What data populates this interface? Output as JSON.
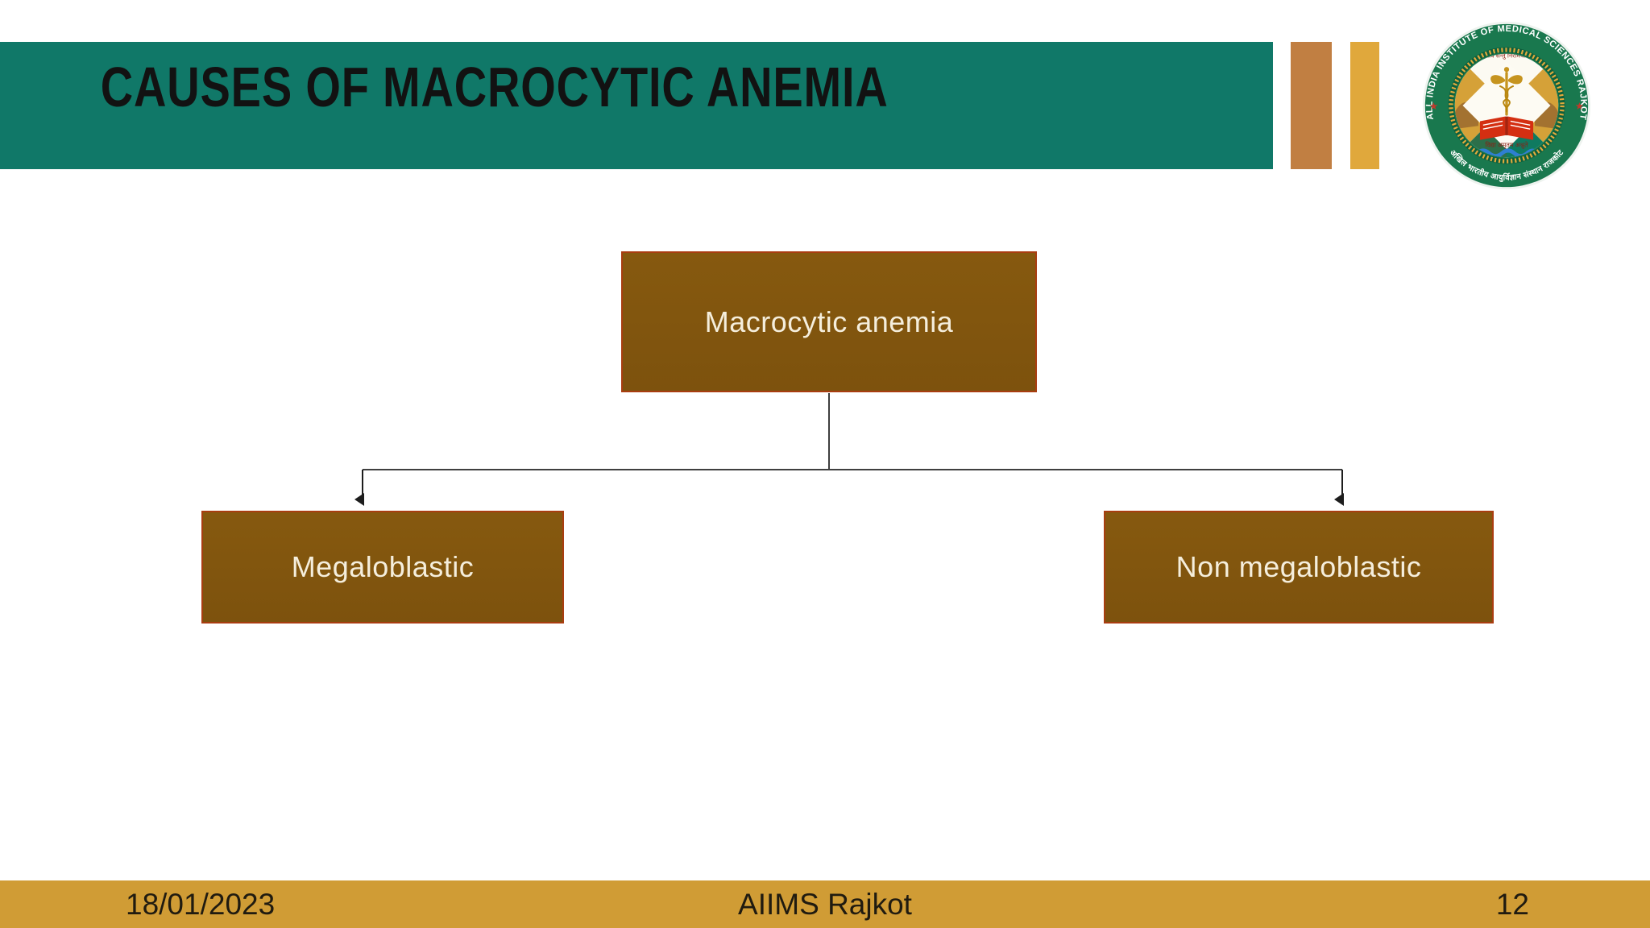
{
  "slide": {
    "title": "CAUSES OF MACROCYTIC ANEMIA",
    "footer": {
      "date": "18/01/2023",
      "institution": "AIIMS Rajkot",
      "page_number": "12"
    }
  },
  "diagram": {
    "type": "flowchart",
    "nodes": [
      {
        "id": "root",
        "label": "Macrocytic anemia"
      },
      {
        "id": "left",
        "label": "Megaloblastic"
      },
      {
        "id": "right",
        "label": "Non megaloblastic"
      }
    ],
    "edges": [
      [
        "Macrocytic anemia",
        "Megaloblastic"
      ],
      [
        "Macrocytic anemia",
        "Non megaloblastic"
      ]
    ]
  },
  "logo": {
    "ring_text_top": "ALL INDIA INSTITUTE OF MEDICAL SCIENCES RAJKOT",
    "ring_text_bottom": "अखिल भारतीय आयुर्विज्ञान संस्थान राजकोट",
    "motto_top": "सर्वे सन्तु निरामयाः",
    "motto_bottom": "विद्या अमृतम अश्नुते"
  },
  "colors": {
    "banner_teal": "#107868",
    "accent_orange": "#c17f42",
    "accent_gold": "#e0a83c",
    "node_fill": "#80540f",
    "node_border": "#a93d10",
    "node_text": "#f5eedc",
    "footer_gold": "#d09c35",
    "connector": "#3f3f3f",
    "logo_ring_green": "#19784e"
  }
}
